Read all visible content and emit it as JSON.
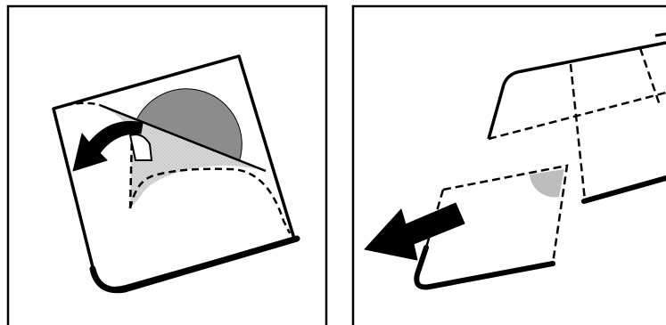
{
  "figure": {
    "panels": [
      {
        "id": "left",
        "content": "peel-back-corner",
        "arrow": "arrow-left-curved"
      },
      {
        "id": "right",
        "content": "tear-off-sheet",
        "arrow": "arrow-left-straight"
      }
    ],
    "colors": {
      "line": "#000000",
      "panel_background": "#ffffff",
      "semicircle_dark": "#8c8c8c",
      "peel_shade": "#c8c8c8",
      "quarter_circle": "#bdbdbd"
    }
  }
}
